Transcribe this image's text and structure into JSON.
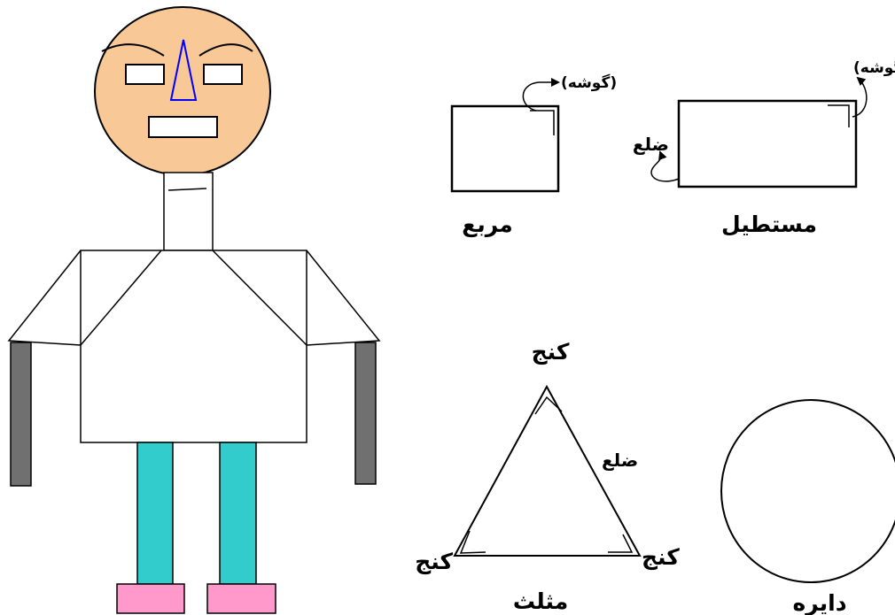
{
  "colors": {
    "face": "#f9c897",
    "nose": "#0000ff",
    "arm": "#707070",
    "leg": "#33cccc",
    "shoe": "#ff99cc",
    "line": "#000000",
    "paper": "#ffffff"
  },
  "shapes": {
    "square": {
      "name": "مربع",
      "corner_label": "(گوشه)"
    },
    "rectangle": {
      "name": "مستطیل",
      "corner_label": "(گوشه)",
      "side_label": "ضلع"
    },
    "triangle": {
      "name": "مثلث",
      "top_corner": "کنج",
      "left_corner": "کنج",
      "right_corner": "کنج",
      "side_label": "ضلع"
    },
    "circle": {
      "name": "دایره"
    }
  }
}
